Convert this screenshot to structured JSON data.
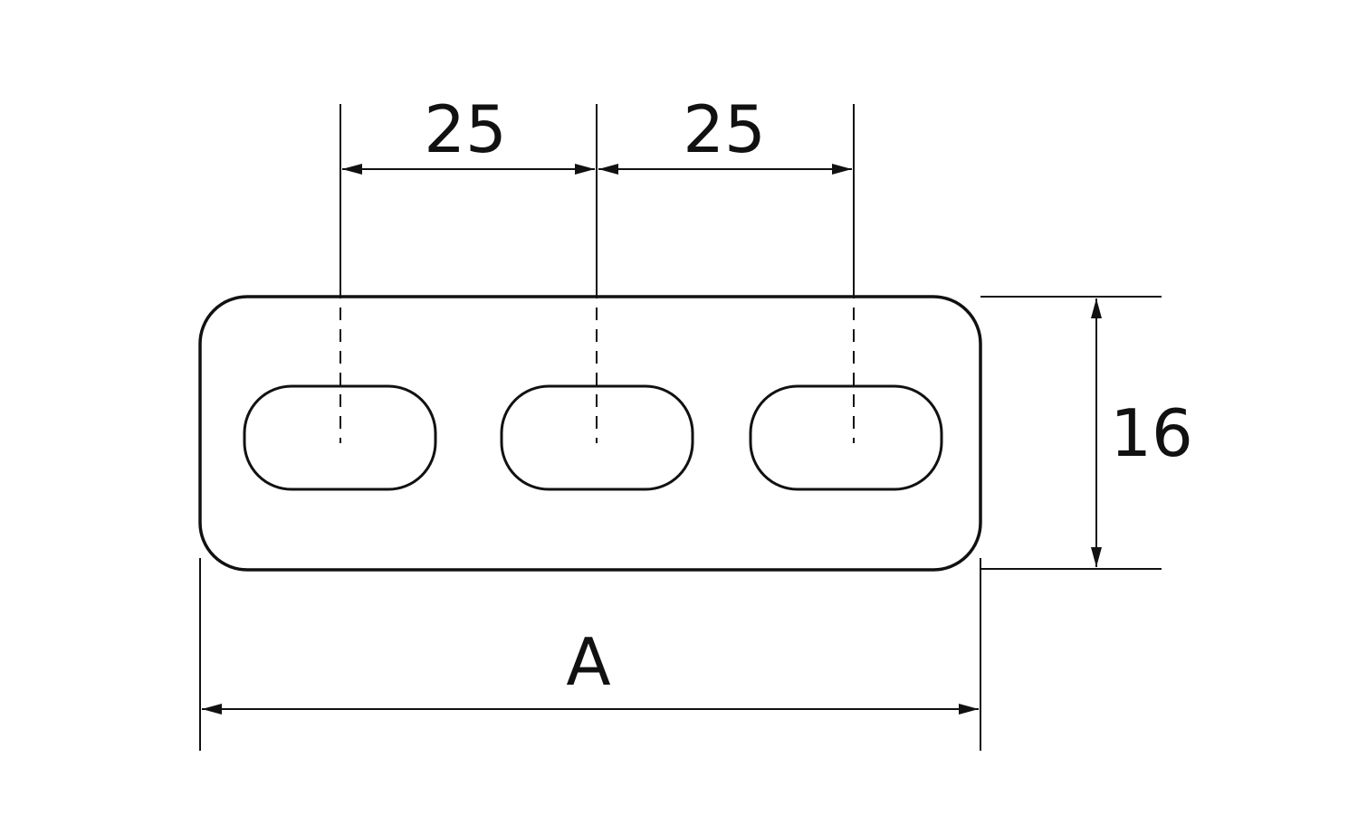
{
  "dimensions": {
    "pitch_left": "25",
    "pitch_right": "25",
    "height": "16",
    "length": "A"
  },
  "colors": {
    "line": "#111111",
    "background": "#ffffff"
  }
}
